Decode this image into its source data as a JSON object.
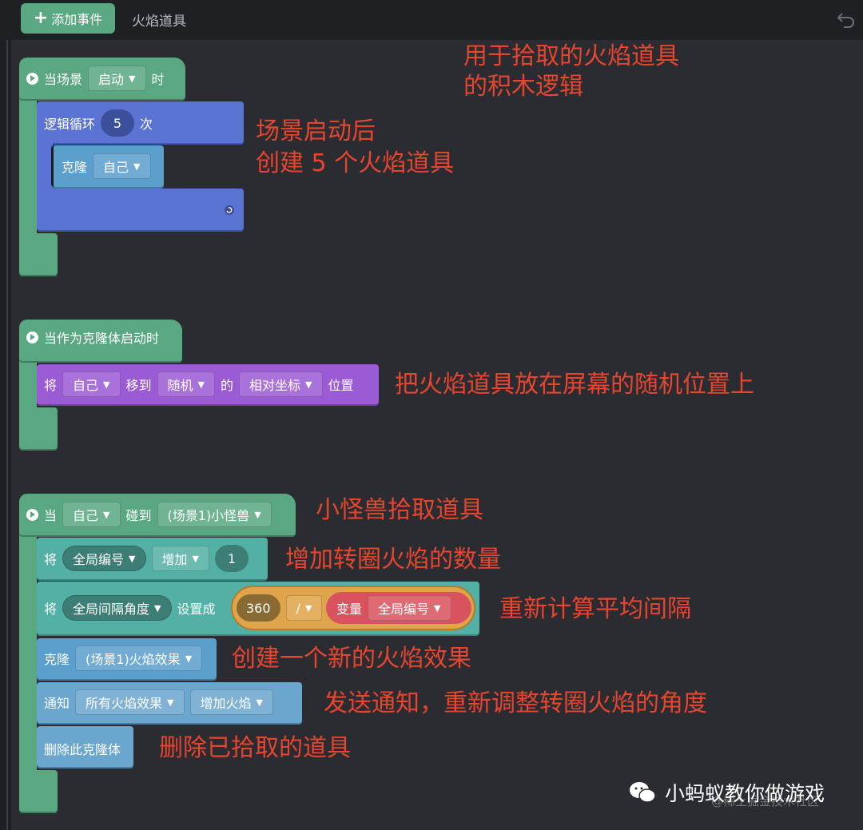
{
  "toolbar": {
    "add_event": "添加事件",
    "tab_name": "火焰道具"
  },
  "event1": {
    "hat_prefix": "当场景",
    "hat_dropdown": "启动",
    "hat_suffix": "时",
    "loop_label": "逻辑循环",
    "loop_count": "5",
    "loop_unit": "次",
    "clone_label": "克隆",
    "clone_target": "自己"
  },
  "event2": {
    "hat_label": "当作为克隆体启动时",
    "move_prefix": "将",
    "move_target": "自己",
    "move_verb": "移到",
    "move_dest": "随机",
    "move_of": "的",
    "move_coord": "相对坐标",
    "move_suffix": "位置"
  },
  "event3": {
    "hat_prefix": "当",
    "hat_target": "自己",
    "hat_verb": "碰到",
    "hat_object": "(场景1)小怪兽",
    "inc_prefix": "将",
    "inc_var": "全局编号",
    "inc_op": "增加",
    "inc_value": "1",
    "set_prefix": "将",
    "set_var": "全局间隔角度",
    "set_verb": "设置成",
    "set_num": "360",
    "set_op": "/",
    "set_var_label": "变量",
    "set_var_value": "全局编号",
    "clone_label": "克隆",
    "clone_target": "(场景1)火焰效果",
    "notify_label": "通知",
    "notify_target": "所有火焰效果",
    "notify_msg": "增加火焰",
    "delete_label": "删除此克隆体"
  },
  "annotations": {
    "a1_line1": "用于拾取的火焰道具",
    "a1_line2": "的积木逻辑",
    "a2_line1": "场景启动后",
    "a2_line2": "创建 5 个火焰道具",
    "a3": "把火焰道具放在屏幕的随机位置上",
    "a4": "小怪兽拾取道具",
    "a5": "增加转圈火焰的数量",
    "a6": "重新计算平均间隔",
    "a7": "创建一个新的火焰效果",
    "a8": "发送通知，重新调整转圈火焰的角度",
    "a9": "删除已拾取的道具"
  },
  "watermark": {
    "name": "小蚂蚁教你做游戏",
    "sub": "@稀土掘金技术社区"
  },
  "colors": {
    "event_green": "#5aa882",
    "loop_blue": "#5b73d2",
    "motion_purple": "#9b5bd4",
    "data_teal": "#53b0a5",
    "control_blue": "#5b9fcd",
    "annotation_red": "#e8452f"
  }
}
